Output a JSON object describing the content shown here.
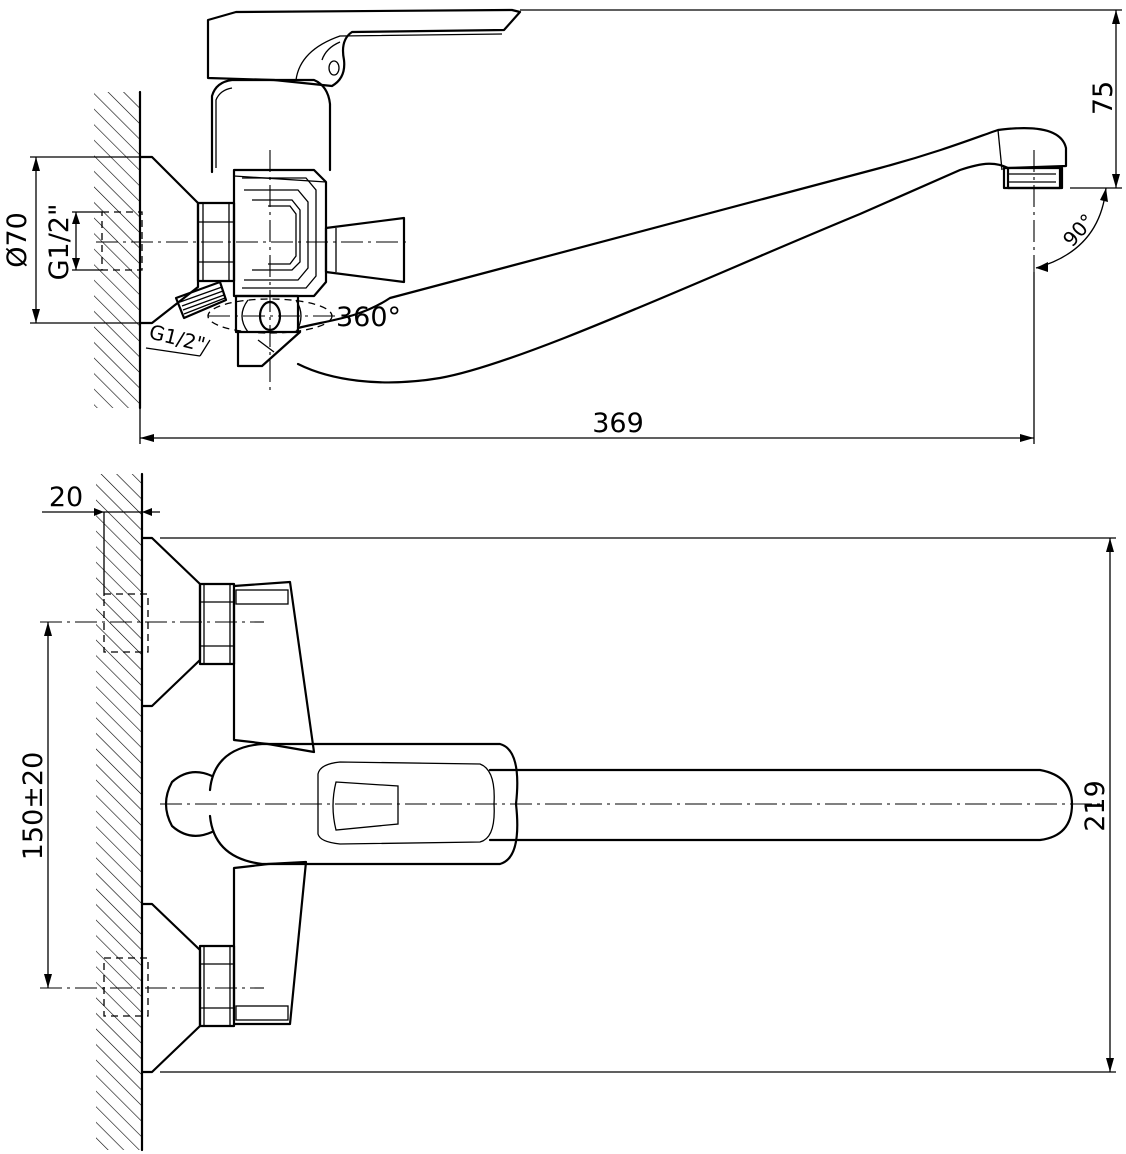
{
  "labels": {
    "diameter": "Ø70",
    "thread_wall": "G1/2\"",
    "thread_hose": "G1/2\"",
    "rotation": "360°",
    "spout_angle": "90°",
    "handle_height": "75",
    "spout_reach": "369",
    "wall_offset": "20",
    "center_distance": "150±20",
    "total_width": "219"
  }
}
